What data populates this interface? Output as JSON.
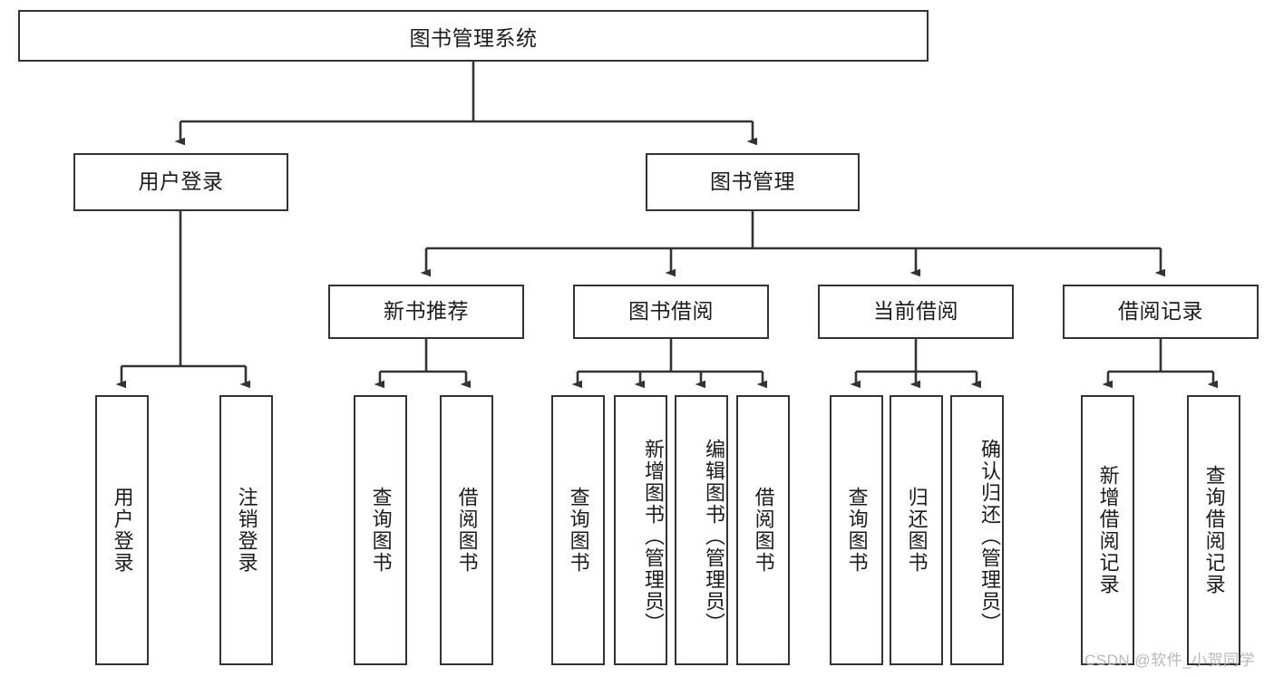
{
  "diagram": {
    "title": "图书管理系统",
    "type": "tree",
    "watermark": "CSDN @软件_小贺同学",
    "colors": {
      "stroke": "#333333",
      "fill": "#ffffff",
      "text": "#1b1b1b",
      "watermark": "#b9b9b9"
    },
    "levels": {
      "root": {
        "label": "图书管理系统"
      },
      "level2": [
        {
          "label": "用户登录"
        },
        {
          "label": "图书管理"
        }
      ],
      "level3": [
        {
          "label": "新书推荐"
        },
        {
          "label": "图书借阅"
        },
        {
          "label": "当前借阅"
        },
        {
          "label": "借阅记录"
        }
      ],
      "leaves": {
        "user_login": [
          {
            "label": "用户登录"
          },
          {
            "label": "注销登录"
          }
        ],
        "new_book": [
          {
            "label": "查询图书"
          },
          {
            "label": "借阅图书"
          }
        ],
        "book_borrow": [
          {
            "label": "查询图书"
          },
          {
            "label": "新增图书（管理员）"
          },
          {
            "label": "编辑图书（管理员）"
          },
          {
            "label": "借阅图书"
          }
        ],
        "current_borrow": [
          {
            "label": "查询图书"
          },
          {
            "label": "归还图书"
          },
          {
            "label": "确认归还（管理员）"
          }
        ],
        "borrow_record": [
          {
            "label": "新增借阅记录"
          },
          {
            "label": "查询借阅记录"
          }
        ]
      }
    }
  }
}
